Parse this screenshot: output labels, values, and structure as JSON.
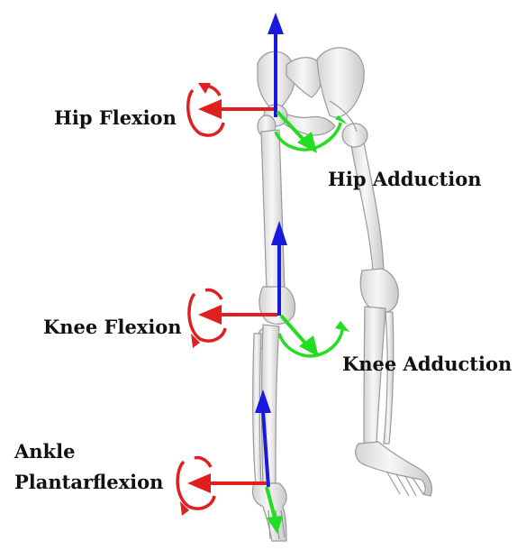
{
  "labels": {
    "hip_flexion": "Hip Flexion",
    "hip_adduction": "Hip Adduction",
    "knee_flexion": "Knee Flexion",
    "knee_adduction": "Knee Adduction",
    "ankle_line1": "Ankle",
    "ankle_line2": "Plantarflexion"
  },
  "colors": {
    "flexion_axis": "#e02020",
    "adduction_axis": "#22dd22",
    "vertical_axis": "#1a1adf",
    "bone": "#ececec",
    "bone_outline": "#9a9a9a",
    "text": "#111111"
  }
}
